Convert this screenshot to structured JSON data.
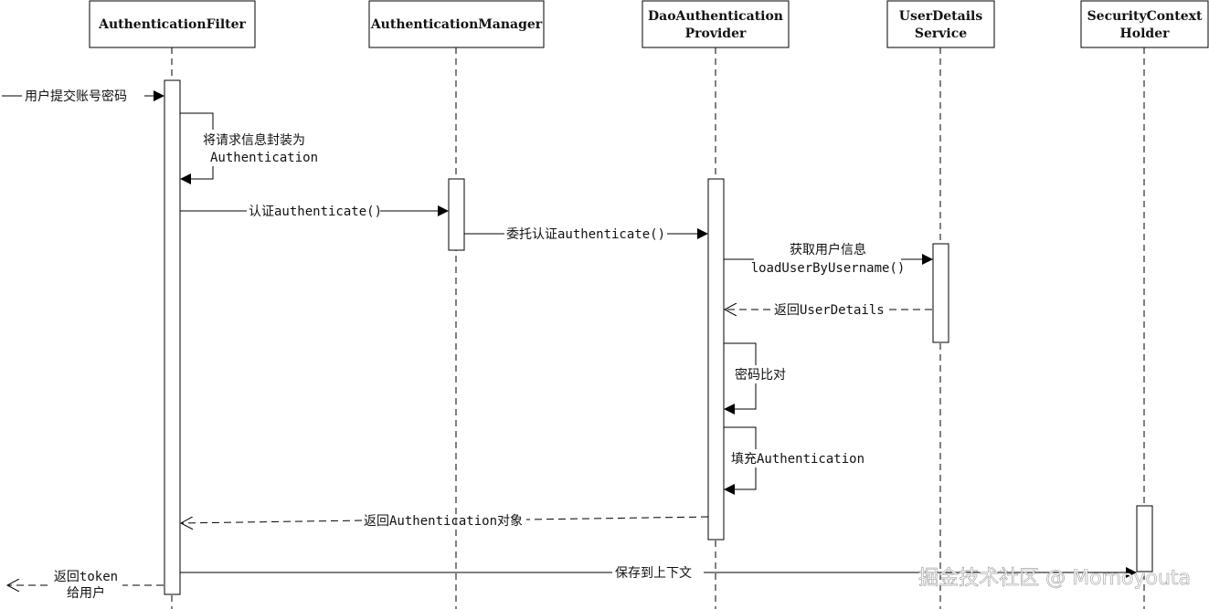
{
  "participants": [
    {
      "id": "filter",
      "lines": [
        "AuthenticationFilter"
      ]
    },
    {
      "id": "manager",
      "lines": [
        "AuthenticationManager"
      ]
    },
    {
      "id": "provider",
      "lines": [
        "DaoAuthentication",
        "Provider"
      ]
    },
    {
      "id": "uds",
      "lines": [
        "UserDetails",
        "Service"
      ]
    },
    {
      "id": "holder",
      "lines": [
        "SecurityContext",
        "Holder"
      ]
    }
  ],
  "messages": {
    "user_submit": "用户提交账号密码",
    "wrap_auth": [
      "将请求信息封装为",
      "Authentication"
    ],
    "authenticate": "认证authenticate()",
    "delegate": "委托认证authenticate()",
    "load_user": [
      "获取用户信息",
      "loadUserByUsername()"
    ],
    "return_ud": "返回UserDetails",
    "compare_pwd": "密码比对",
    "fill_auth": "填充Authentication",
    "return_auth": "返回Authentication对象",
    "save_ctx": "保存到上下文",
    "return_token": [
      "返回token",
      "给用户"
    ]
  },
  "watermark": "掘金技术社区 @ Momoyouta"
}
